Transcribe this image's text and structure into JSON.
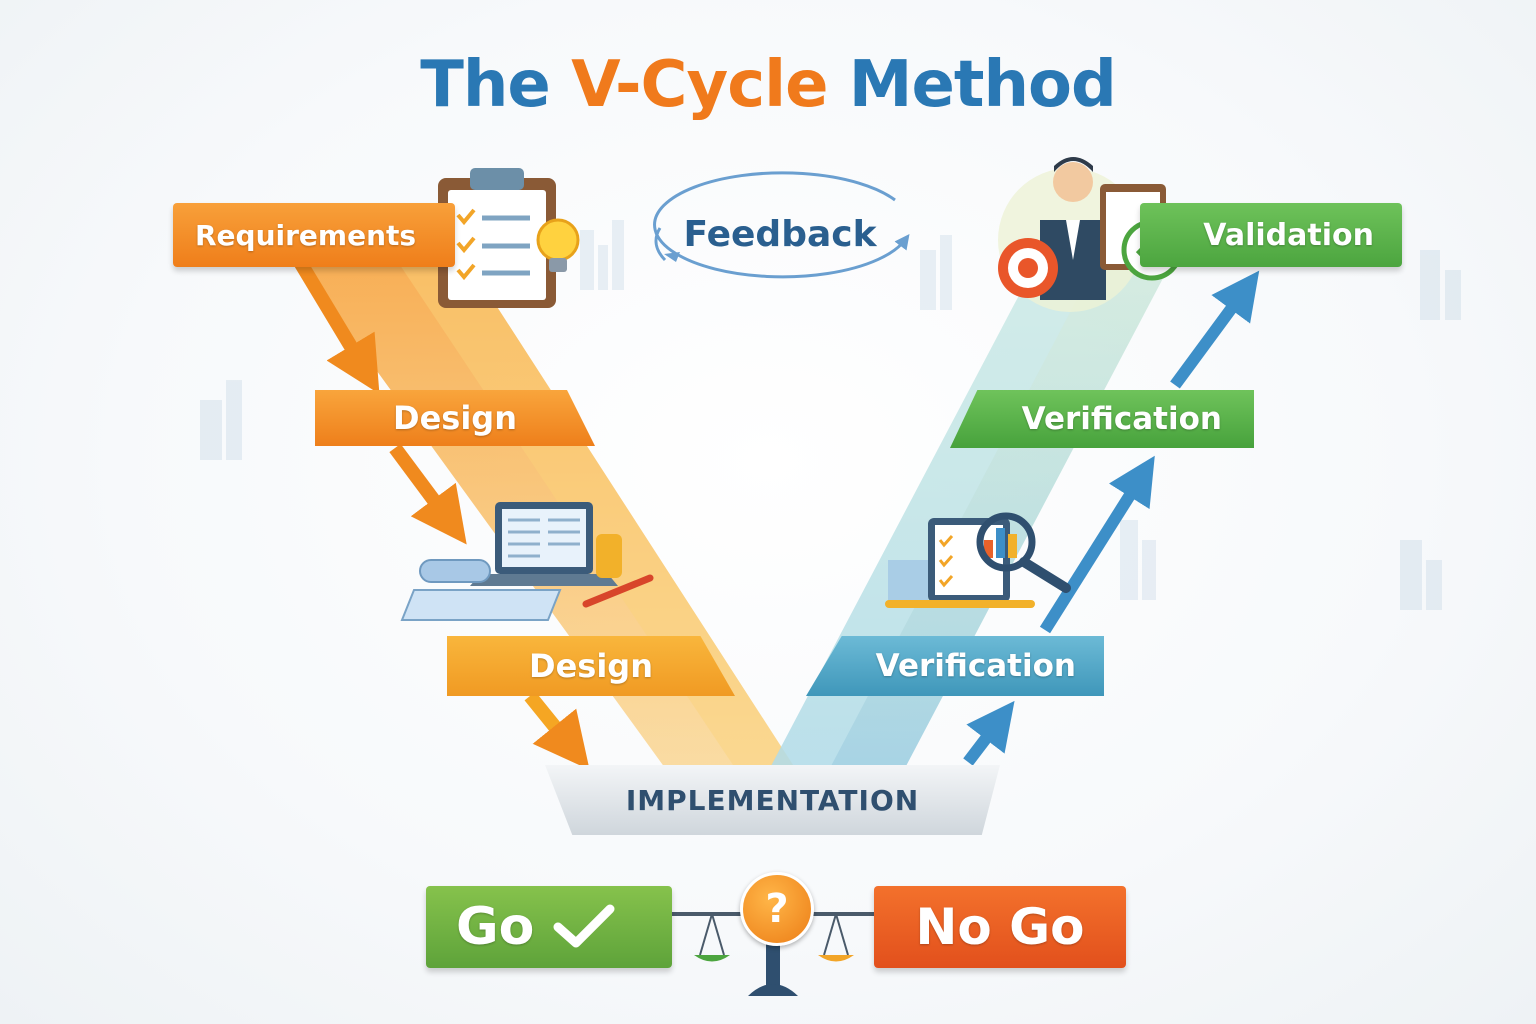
{
  "title": {
    "part1": "The ",
    "part2": "V-Cycle",
    "part3": " Method"
  },
  "feedback": {
    "label": "Feedback"
  },
  "left_stages": {
    "requirements": "Requirements",
    "design_upper": "Design",
    "design_lower": "Design"
  },
  "right_stages": {
    "validation": "Validation",
    "verification_upper": "Verification",
    "verification_lower": "Verification"
  },
  "base": {
    "implementation": "IMPLEMENTATION"
  },
  "decision": {
    "go": "Go",
    "question": "?",
    "no_go": "No Go"
  },
  "icons": {
    "requirements": "clipboard-checklist-icon",
    "idea": "lightbulb-icon",
    "design": "laptop-blueprint-icon",
    "verification": "report-magnifier-icon",
    "validation": "businessman-target-icon",
    "go": "checkmark-icon",
    "decision": "balance-scale-icon"
  },
  "colors": {
    "title_blue": "#2a78b4",
    "title_orange": "#f07a1c",
    "orange": "#ef7e1a",
    "green": "#4ca53f",
    "blue": "#3f97ba",
    "red": "#e2501c"
  }
}
